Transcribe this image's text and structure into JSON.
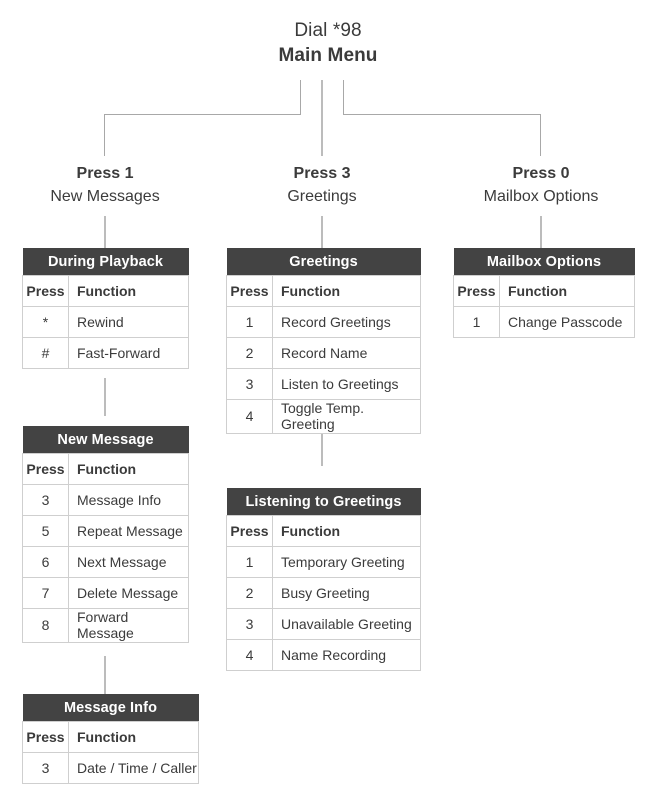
{
  "title": {
    "line1": "Dial *98",
    "line2": "Main Menu"
  },
  "branches": [
    {
      "press": "Press 1",
      "label": "New Messages"
    },
    {
      "press": "Press 3",
      "label": "Greetings"
    },
    {
      "press": "Press 0",
      "label": "Mailbox Options"
    }
  ],
  "columns": {
    "press": "Press",
    "function": "Function"
  },
  "colors": {
    "header_bg": "#434343",
    "header_text": "#ffffff",
    "body_text": "#3b3b3b",
    "grid_line": "#cfcfcf",
    "connector": "#a8a8a8"
  },
  "tables": {
    "during_playback": {
      "title": "During Playback",
      "rows": [
        {
          "press": "*",
          "function": "Rewind"
        },
        {
          "press": "#",
          "function": "Fast-Forward"
        }
      ]
    },
    "new_message": {
      "title": "New Message",
      "rows": [
        {
          "press": "3",
          "function": "Message Info"
        },
        {
          "press": "5",
          "function": "Repeat Message"
        },
        {
          "press": "6",
          "function": "Next Message"
        },
        {
          "press": "7",
          "function": "Delete Message"
        },
        {
          "press": "8",
          "function": "Forward Message"
        }
      ]
    },
    "message_info": {
      "title": "Message Info",
      "rows": [
        {
          "press": "3",
          "function": "Date / Time / Caller"
        }
      ]
    },
    "greetings": {
      "title": "Greetings",
      "rows": [
        {
          "press": "1",
          "function": "Record Greetings"
        },
        {
          "press": "2",
          "function": "Record Name"
        },
        {
          "press": "3",
          "function": "Listen to Greetings"
        },
        {
          "press": "4",
          "function": "Toggle Temp. Greeting"
        }
      ]
    },
    "listening_to_greetings": {
      "title": "Listening to Greetings",
      "rows": [
        {
          "press": "1",
          "function": "Temporary Greeting"
        },
        {
          "press": "2",
          "function": "Busy Greeting"
        },
        {
          "press": "3",
          "function": "Unavailable Greeting"
        },
        {
          "press": "4",
          "function": "Name Recording"
        }
      ]
    },
    "mailbox_options": {
      "title": "Mailbox Options",
      "rows": [
        {
          "press": "1",
          "function": "Change Passcode"
        }
      ]
    }
  }
}
